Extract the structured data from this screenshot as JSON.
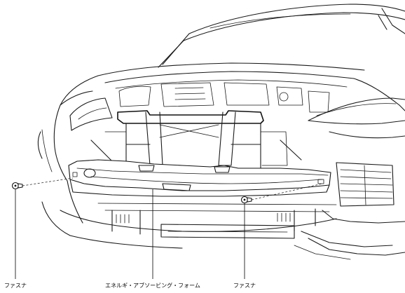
{
  "labels": {
    "fastener_left": "ファスナ",
    "energy_absorbing_foam": "エネルギ・アブソービング・フォーム",
    "fastener_right": "ファスナ"
  }
}
